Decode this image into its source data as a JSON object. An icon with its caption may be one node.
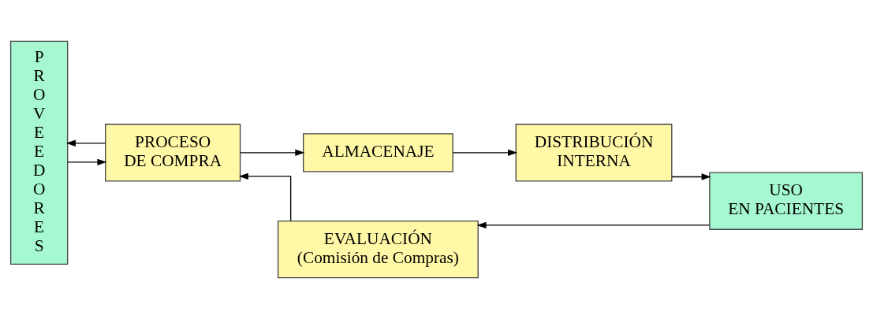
{
  "diagram": {
    "nodes": [
      {
        "text": [
          "PROVEEDORES"
        ]
      },
      {
        "text": [
          "PROCESO DE COMPRA"
        ]
      },
      {
        "text": [
          "ALMACENAJE"
        ]
      },
      {
        "text": [
          "DISTRIBUCIÓN INTERNA"
        ]
      },
      {
        "text": [
          "USO EN PACIENTES"
        ]
      },
      {
        "text": [
          "EVALUACIÓN",
          "(Comisión de Compras)"
        ]
      }
    ],
    "edges": [
      {
        "from": 0,
        "to": 1,
        "arrow": "to"
      },
      {
        "from": 1,
        "to": 0,
        "arrow": "to"
      },
      {
        "from": 1,
        "to": 2,
        "arrow": "to"
      },
      {
        "from": 2,
        "to": 3,
        "arrow": "to"
      },
      {
        "from": 3,
        "to": 4,
        "arrow": "to"
      },
      {
        "from": 4,
        "to": 5,
        "arrow": "to"
      },
      {
        "from": 5,
        "to": 1,
        "arrow": "to"
      }
    ]
  }
}
